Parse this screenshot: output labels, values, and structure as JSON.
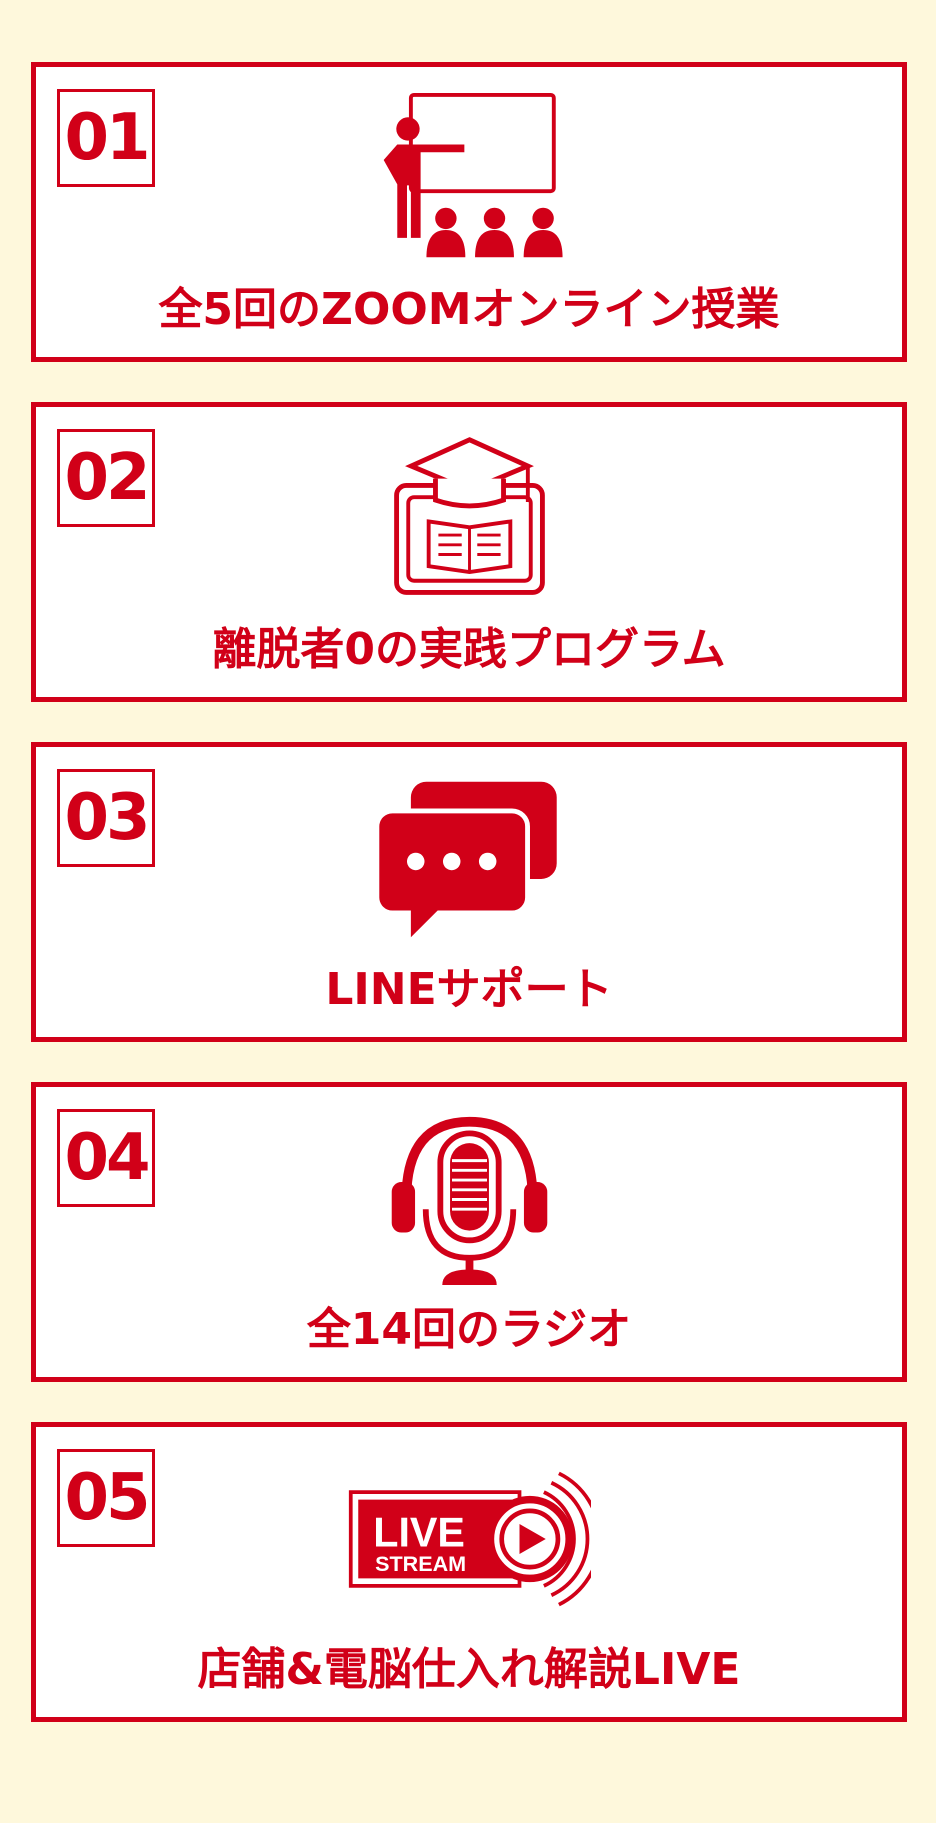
{
  "accent_color": "#d10018",
  "background_color": "#fef8dc",
  "features": [
    {
      "number": "01",
      "icon": "teacher-presentation-icon",
      "title": "全5回のZOOMオンライン授業"
    },
    {
      "number": "02",
      "icon": "graduation-tablet-icon",
      "title": "離脱者0の実践プログラム"
    },
    {
      "number": "03",
      "icon": "chat-bubbles-icon",
      "title": "LINEサポート"
    },
    {
      "number": "04",
      "icon": "podcast-microphone-icon",
      "title": "全14回のラジオ"
    },
    {
      "number": "05",
      "icon": "live-stream-icon",
      "title": "店舗&電脳仕入れ解説LIVE",
      "icon_text": [
        "LIVE",
        "STREAM"
      ]
    }
  ]
}
